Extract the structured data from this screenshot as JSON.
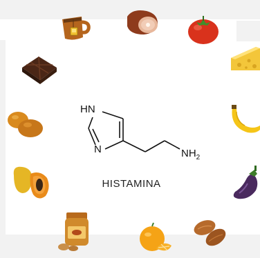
{
  "title": "HISTAMINA",
  "molecule": {
    "hn_label": "HN",
    "n_label": "N",
    "nh2_label": "NH",
    "nh2_subscript": "2"
  },
  "foods": [
    {
      "name": "tea-bag-mug-icon"
    },
    {
      "name": "ham-icon"
    },
    {
      "name": "tomato-icon"
    },
    {
      "name": "chocolate-icon"
    },
    {
      "name": "cheese-icon"
    },
    {
      "name": "potatoes-icon"
    },
    {
      "name": "banana-icon"
    },
    {
      "name": "papaya-icon"
    },
    {
      "name": "eggplant-icon"
    },
    {
      "name": "peanut-butter-jar-icon"
    },
    {
      "name": "orange-icon"
    },
    {
      "name": "almonds-icon"
    }
  ]
}
